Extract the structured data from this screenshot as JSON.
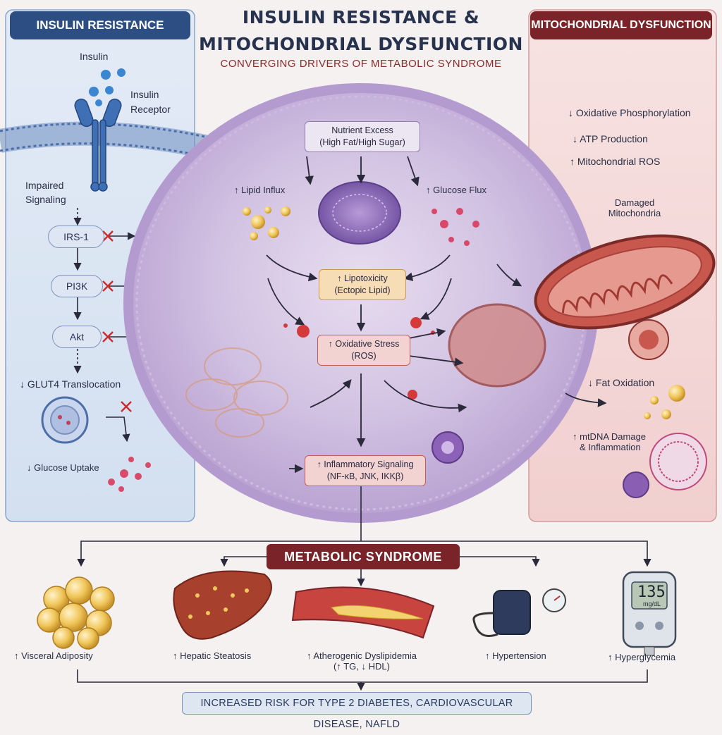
{
  "header": {
    "title_line1": "INSULIN RESISTANCE &",
    "title_line2": "MITOCHONDRIAL DYSFUNCTION",
    "subtitle": "CONVERGING DRIVERS OF METABOLIC SYNDROME"
  },
  "left_panel": {
    "title": "INSULIN RESISTANCE",
    "insulin": "Insulin",
    "insulin_receptor_1": "Insulin",
    "insulin_receptor_2": "Receptor",
    "impaired_1": "Impaired",
    "impaired_2": "Signaling",
    "irs1": "IRS-1",
    "pi3k": "PI3K",
    "akt": "Akt",
    "glut4": "↓ GLUT4 Translocation",
    "glucose_uptake": "↓ Glucose Uptake"
  },
  "center": {
    "nutrient_1": "Nutrient Excess",
    "nutrient_2": "(High Fat/High Sugar)",
    "lipid_influx": "↑ Lipid Influx",
    "glucose_flux": "↑ Glucose Flux",
    "lipotox_1": "↑ Lipotoxicity",
    "lipotox_2": "(Ectopic Lipid)",
    "oxstress_1": "↑ Oxidative Stress",
    "oxstress_2": "(ROS)",
    "inflam_1": "↑ Inflammatory Signaling",
    "inflam_2": "(NF-κB, JNK, IKKβ)"
  },
  "right_panel": {
    "title": "MITOCHONDRIAL DYSFUNCTION",
    "oxphos": "↓ Oxidative Phosphorylation",
    "atp": "↓ ATP Production",
    "ros": "↑ Mitochondrial ROS",
    "damaged_1": "Damaged",
    "damaged_2": "Mitochondria",
    "fat_ox": "↓ Fat Oxidation",
    "mtdna_1": "↑ mtDNA Damage",
    "mtdna_2": "& Inflammation"
  },
  "bottom": {
    "banner": "METABOLIC SYNDROME",
    "visceral": "↑ Visceral Adiposity",
    "hepatic": "↑ Hepatic Steatosis",
    "dyslip_1": "↑ Atherogenic Dyslipidemia",
    "dyslip_2": "(↑ TG, ↓ HDL)",
    "hypertension": "↑ Hypertension",
    "hyperglycemia": "↑ Hyperglycemia",
    "glucose_value": "135",
    "glucose_unit": "mg/dL",
    "risk": "INCREASED RISK FOR TYPE 2 DIABETES, CARDIOVASCULAR DISEASE, NAFLD"
  },
  "colors": {
    "blue_panel": "#dde7f3",
    "red_panel": "#f6dcdc",
    "cell": "#d6c8e6",
    "accent_red": "#7a2329",
    "accent_blue": "#2d4e83"
  }
}
